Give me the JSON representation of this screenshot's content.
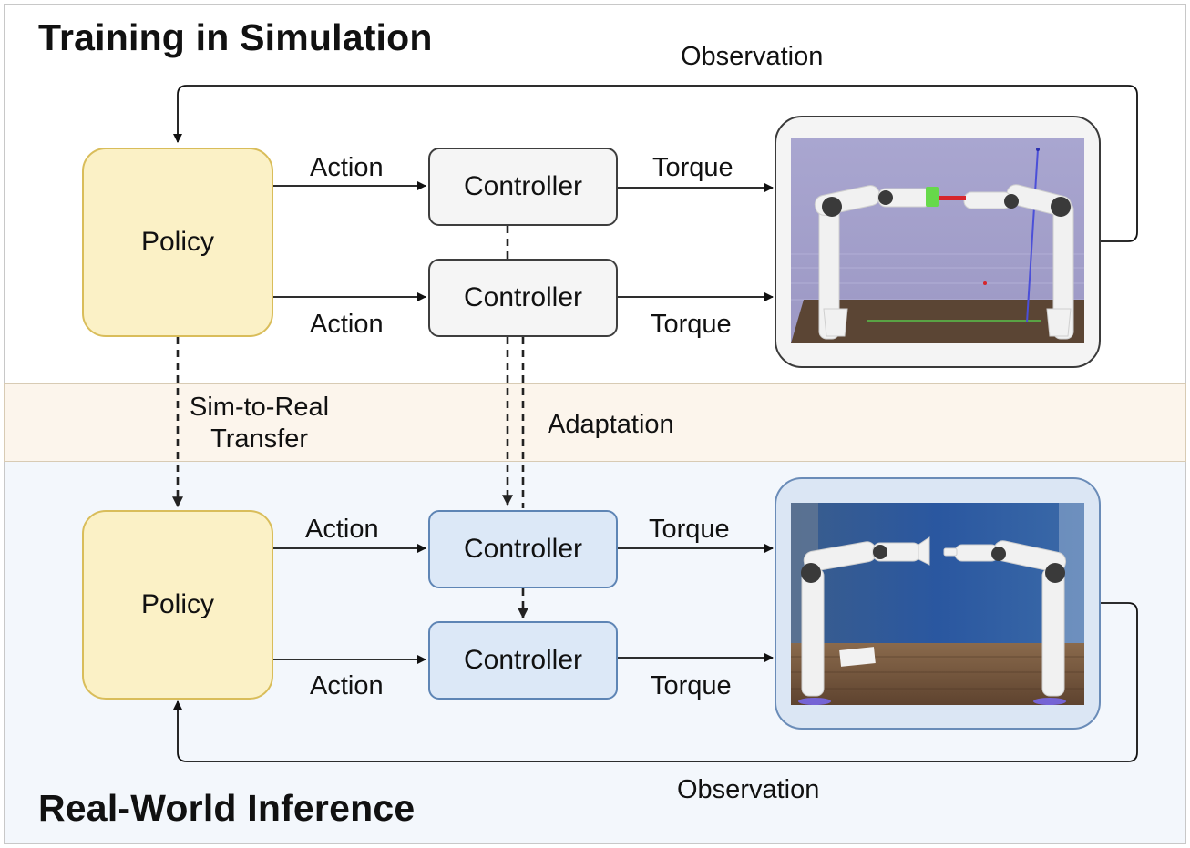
{
  "sim_section": {
    "title": "Training in Simulation"
  },
  "real_section": {
    "title": "Real-World Inference"
  },
  "sim": {
    "observation_label": "Observation",
    "policy_label": "Policy",
    "top_action_label": "Action",
    "bottom_action_label": "Action",
    "top_controller_label": "Controller",
    "bottom_controller_label": "Controller",
    "top_torque_label": "Torque",
    "bottom_torque_label": "Torque"
  },
  "transfer": {
    "sim_to_real_line1": "Sim-to-Real",
    "sim_to_real_line2": "Transfer",
    "adaptation_label": "Adaptation"
  },
  "real": {
    "observation_label": "Observation",
    "policy_label": "Policy",
    "top_action_label": "Action",
    "bottom_action_label": "Action",
    "top_controller_label": "Controller",
    "bottom_controller_label": "Controller",
    "top_torque_label": "Torque",
    "bottom_torque_label": "Torque"
  },
  "colors": {
    "policy_fill": "#fbf1c6",
    "policy_border": "#d9bd5a",
    "sim_controller_fill": "#f5f5f5",
    "real_controller_fill": "#dce8f7",
    "transfer_band": "#fcf5ec",
    "real_band": "#f3f7fc",
    "sim_scene_bg": "#a6a3cd",
    "real_scene_bg": "#2b5796",
    "robot_arm": "#f2f2f2",
    "sim_object": "#66d94a",
    "sim_link": "#d6262c"
  },
  "icons": {
    "sim_scene": "dual-arm-robot-simulation-icon",
    "real_scene": "dual-arm-robot-photo-icon"
  }
}
